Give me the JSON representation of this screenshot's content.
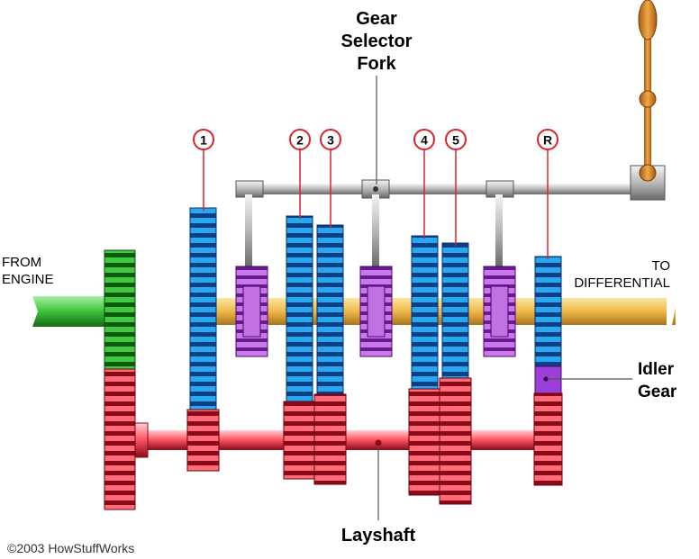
{
  "labels": {
    "fork_line1": "Gear",
    "fork_line2": "Selector",
    "fork_line3": "Fork",
    "from_engine_line1": "FROM",
    "from_engine_line2": "ENGINE",
    "to_diff_line1": "TO",
    "to_diff_line2": "DIFFERENTIAL",
    "idler_line1": "Idler",
    "idler_line2": "Gear",
    "layshaft": "Layshaft",
    "copyright": "©2003 HowStuffWorks"
  },
  "gear_numbers": {
    "g1": "1",
    "g2": "2",
    "g3": "3",
    "g4": "4",
    "g5": "5",
    "gr": "R"
  },
  "colors": {
    "output_gear": "#1e9fe8",
    "output_gear_dark": "#0a3a7a",
    "layshaft_gear": "#ff5a66",
    "layshaft_gear_dark": "#7a0010",
    "input_shaft": "#3cc23c",
    "output_shaft": "#f3c35a",
    "collar": "#c070e0",
    "collar_dark": "#6a1a90",
    "idler": "#9a40d8",
    "selector_rod": "#b8b8b8",
    "lever": "#e8902a",
    "marker": "#e0202a"
  }
}
